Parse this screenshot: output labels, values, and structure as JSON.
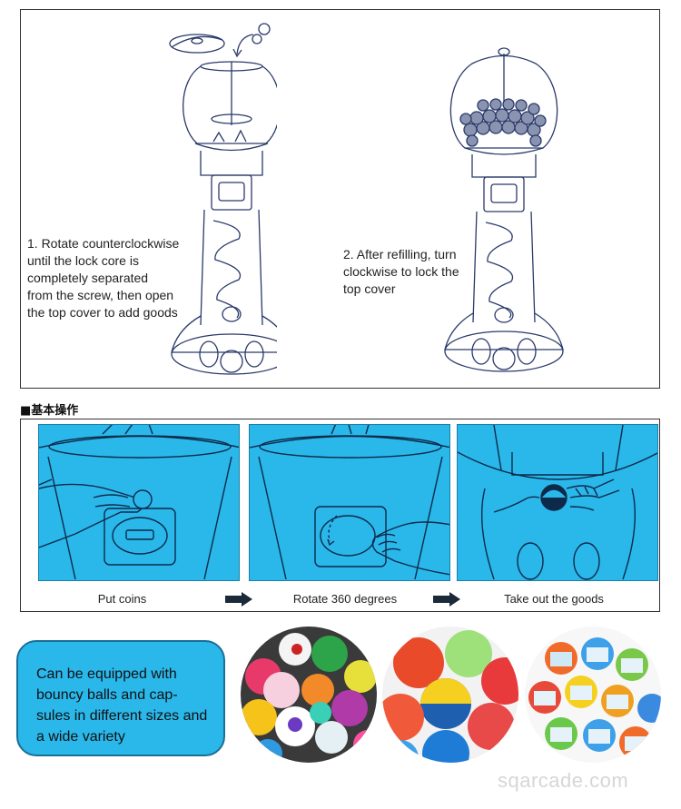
{
  "top_section": {
    "step1_text": "1. Rotate counterclockwise\nuntil the lock core is\ncompletely separated\nfrom the screw, then open\nthe top cover to add goods",
    "step2_text": "2. After refilling, turn\nclockwise to lock the\ntop cover"
  },
  "operations": {
    "title": "■基本操作",
    "steps": [
      {
        "caption": "Put coins"
      },
      {
        "caption": "Rotate 360 degrees"
      },
      {
        "caption": "Take out the goods"
      }
    ]
  },
  "callout": {
    "text": "Can be equipped with bouncy balls and cap-sules in different sizes and a wide variety"
  },
  "product_photos": [
    {
      "icon": "bouncy-balls-photo"
    },
    {
      "icon": "capsule-balls-photo"
    },
    {
      "icon": "toy-capsules-photo"
    }
  ],
  "watermark": "sqarcade.com",
  "colors": {
    "panel_blue": "#2ab7ea",
    "line": "#2a3a6a"
  }
}
